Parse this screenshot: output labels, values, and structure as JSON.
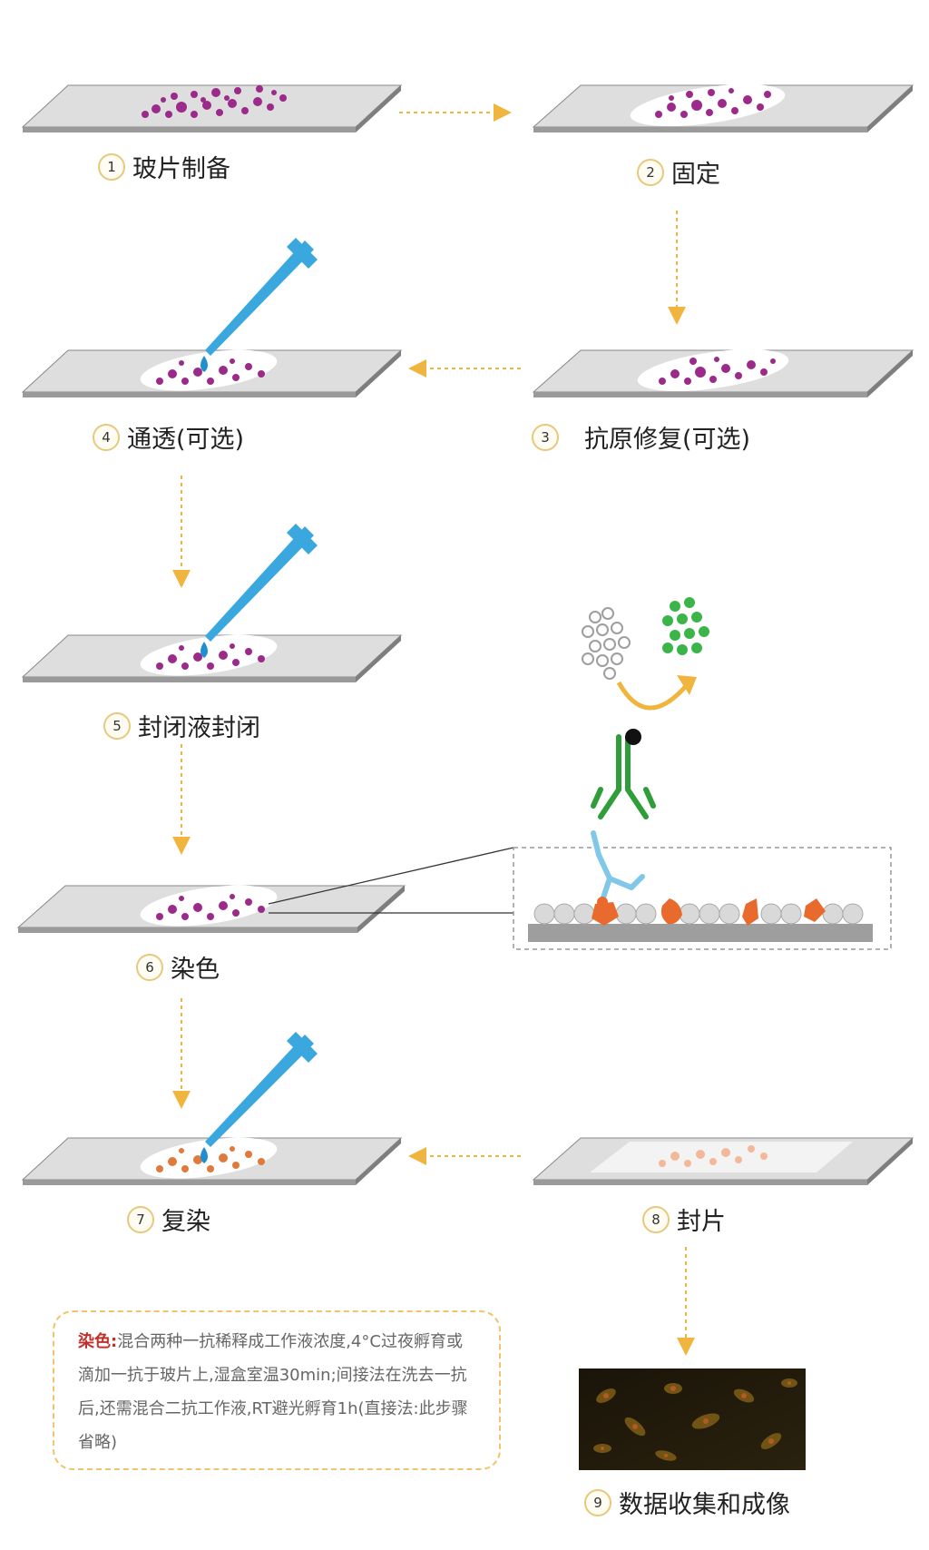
{
  "steps": [
    {
      "num": "1",
      "label": "玻片制备"
    },
    {
      "num": "2",
      "label": "固定"
    },
    {
      "num": "3",
      "label": "抗原修复(可选)"
    },
    {
      "num": "4",
      "label": "通透(可选)"
    },
    {
      "num": "5",
      "label": "封闭液封闭"
    },
    {
      "num": "6",
      "label": "染色"
    },
    {
      "num": "7",
      "label": "复染"
    },
    {
      "num": "8",
      "label": "封片"
    },
    {
      "num": "9",
      "label": "数据收集和成像"
    }
  ],
  "note": {
    "keyword": "染色:",
    "text": "混合两种一抗稀释成工作液浓度,4°C过夜孵育或滴加一抗于玻片上,湿盒室温30min;间接法在洗去一抗后,还需混合二抗工作液,RT避光孵育1h(直接法:此步骤省略)"
  },
  "colors": {
    "arrow": "#f0b53e",
    "slide": "#bdbdbd",
    "cell_purple": "#9b2a8a",
    "cell_orange": "#e07a3c",
    "pipette": "#3aa8df",
    "antibody_primary": "#80c7e8",
    "antibody_secondary": "#2f9d3a",
    "antigen": "#e86a2c"
  }
}
